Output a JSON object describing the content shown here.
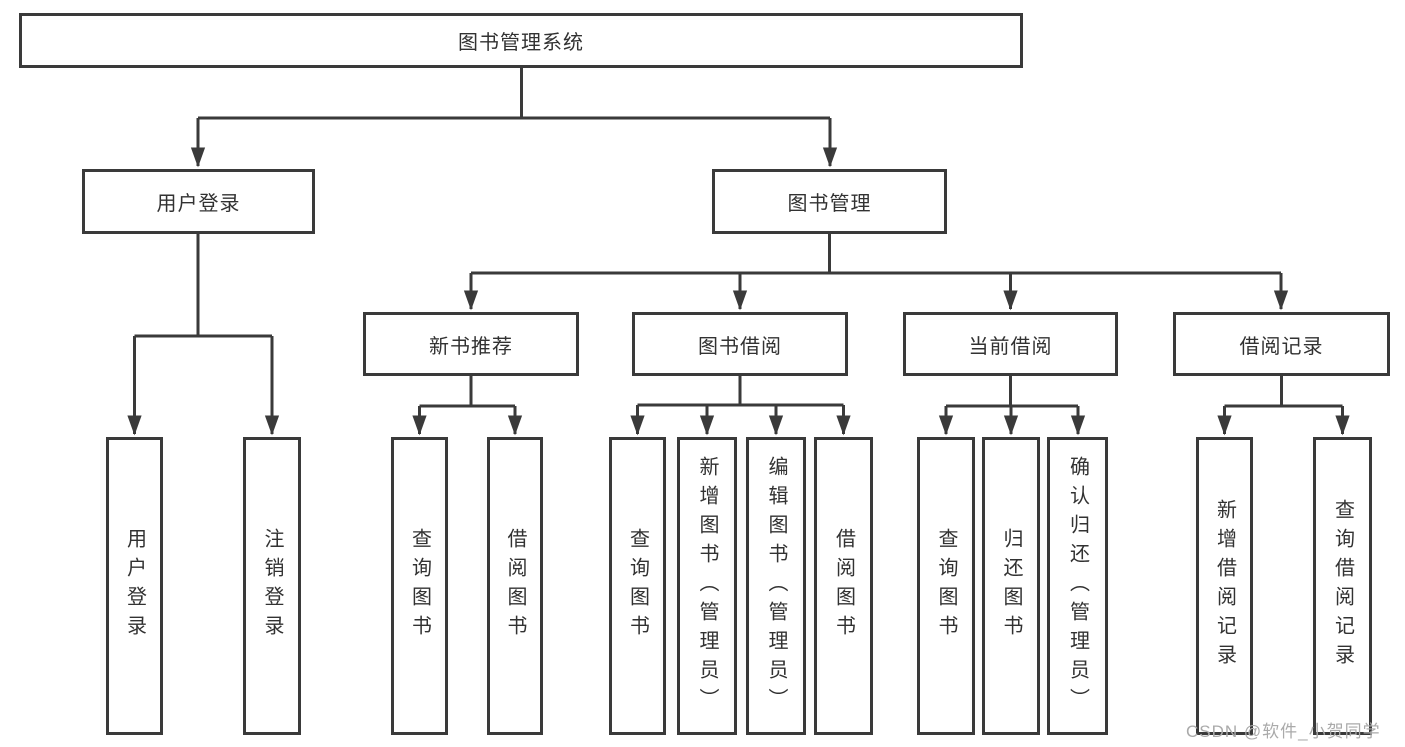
{
  "tree": {
    "label": "图书管理系统",
    "children": [
      {
        "label": "用户登录",
        "children": [
          {
            "label": "用户登录"
          },
          {
            "label": "注销登录"
          }
        ]
      },
      {
        "label": "图书管理",
        "children": [
          {
            "label": "新书推荐",
            "children": [
              {
                "label": "查询图书"
              },
              {
                "label": "借阅图书"
              }
            ]
          },
          {
            "label": "图书借阅",
            "children": [
              {
                "label": "查询图书"
              },
              {
                "label": "新增图书（管理员）"
              },
              {
                "label": "编辑图书（管理员）"
              },
              {
                "label": "借阅图书"
              }
            ]
          },
          {
            "label": "当前借阅",
            "children": [
              {
                "label": "查询图书"
              },
              {
                "label": "归还图书"
              },
              {
                "label": "确认归还（管理员）"
              }
            ]
          },
          {
            "label": "借阅记录",
            "children": [
              {
                "label": "新增借阅记录"
              },
              {
                "label": "查询借阅记录"
              }
            ]
          }
        ]
      }
    ]
  },
  "watermark": {
    "text": "CSDN @软件_小贺同学"
  },
  "colors": {
    "line": "#3a3a3a",
    "node_border": "#3a3a3a",
    "node_fill": "#ffffff",
    "text": "#323232",
    "watermark": "#aaaaaa",
    "background": "#ffffff"
  }
}
